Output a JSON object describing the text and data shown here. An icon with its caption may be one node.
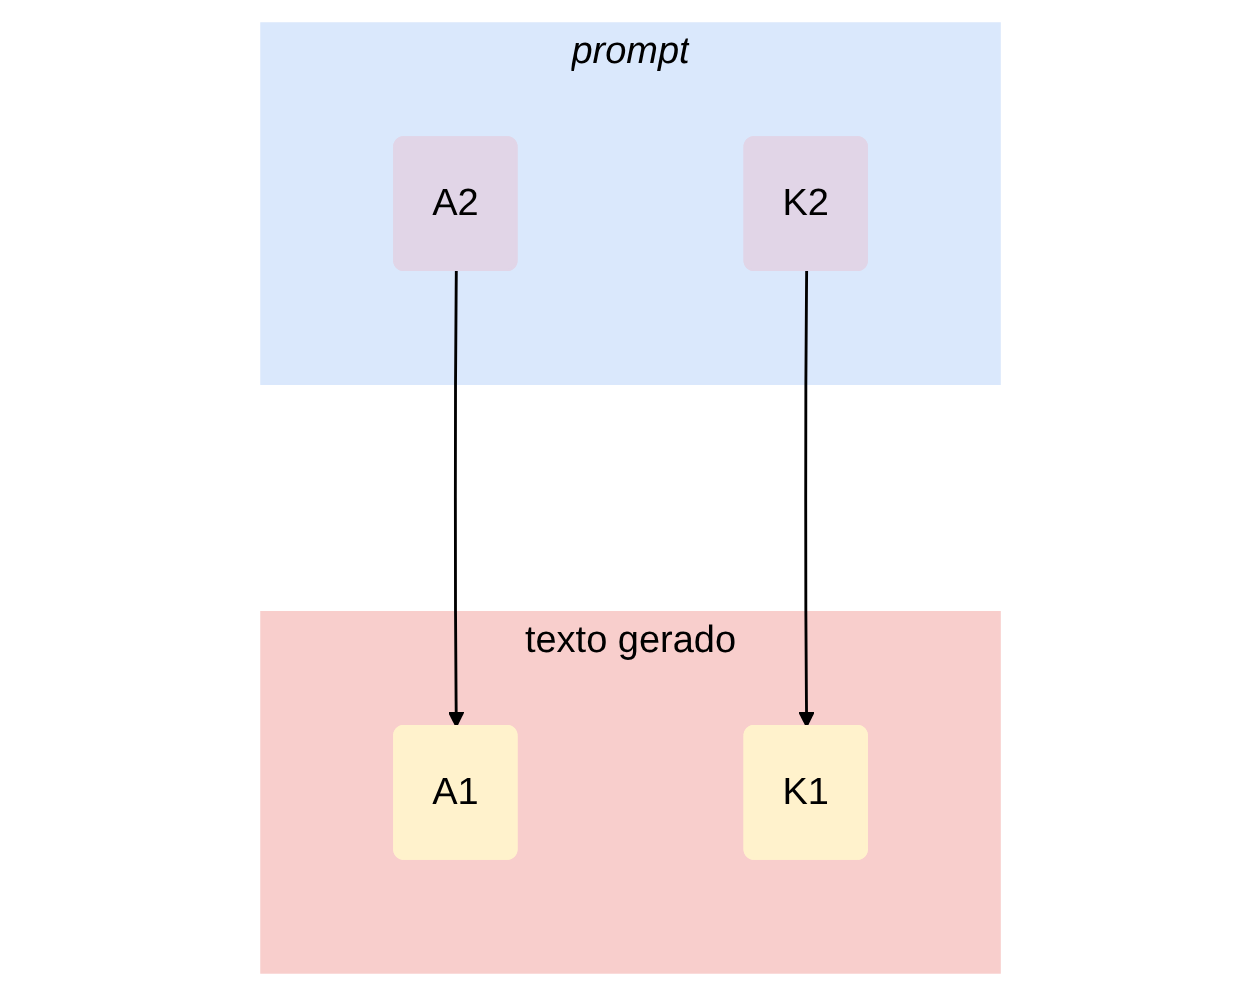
{
  "diagram": {
    "nodes": [
      {
        "text": [
          "prompt"
        ]
      },
      {
        "text": [
          "A2"
        ],
        "in": 0
      },
      {
        "text": [
          "K2"
        ],
        "in": 0
      },
      {
        "text": [
          "texto gerado"
        ]
      },
      {
        "text": [
          "A1"
        ],
        "in": 3
      },
      {
        "text": [
          "K1"
        ],
        "in": 3
      }
    ],
    "edges": [
      {
        "from": 1,
        "to": 4,
        "arrow": "to"
      },
      {
        "from": 2,
        "to": 5,
        "arrow": "to"
      }
    ]
  }
}
